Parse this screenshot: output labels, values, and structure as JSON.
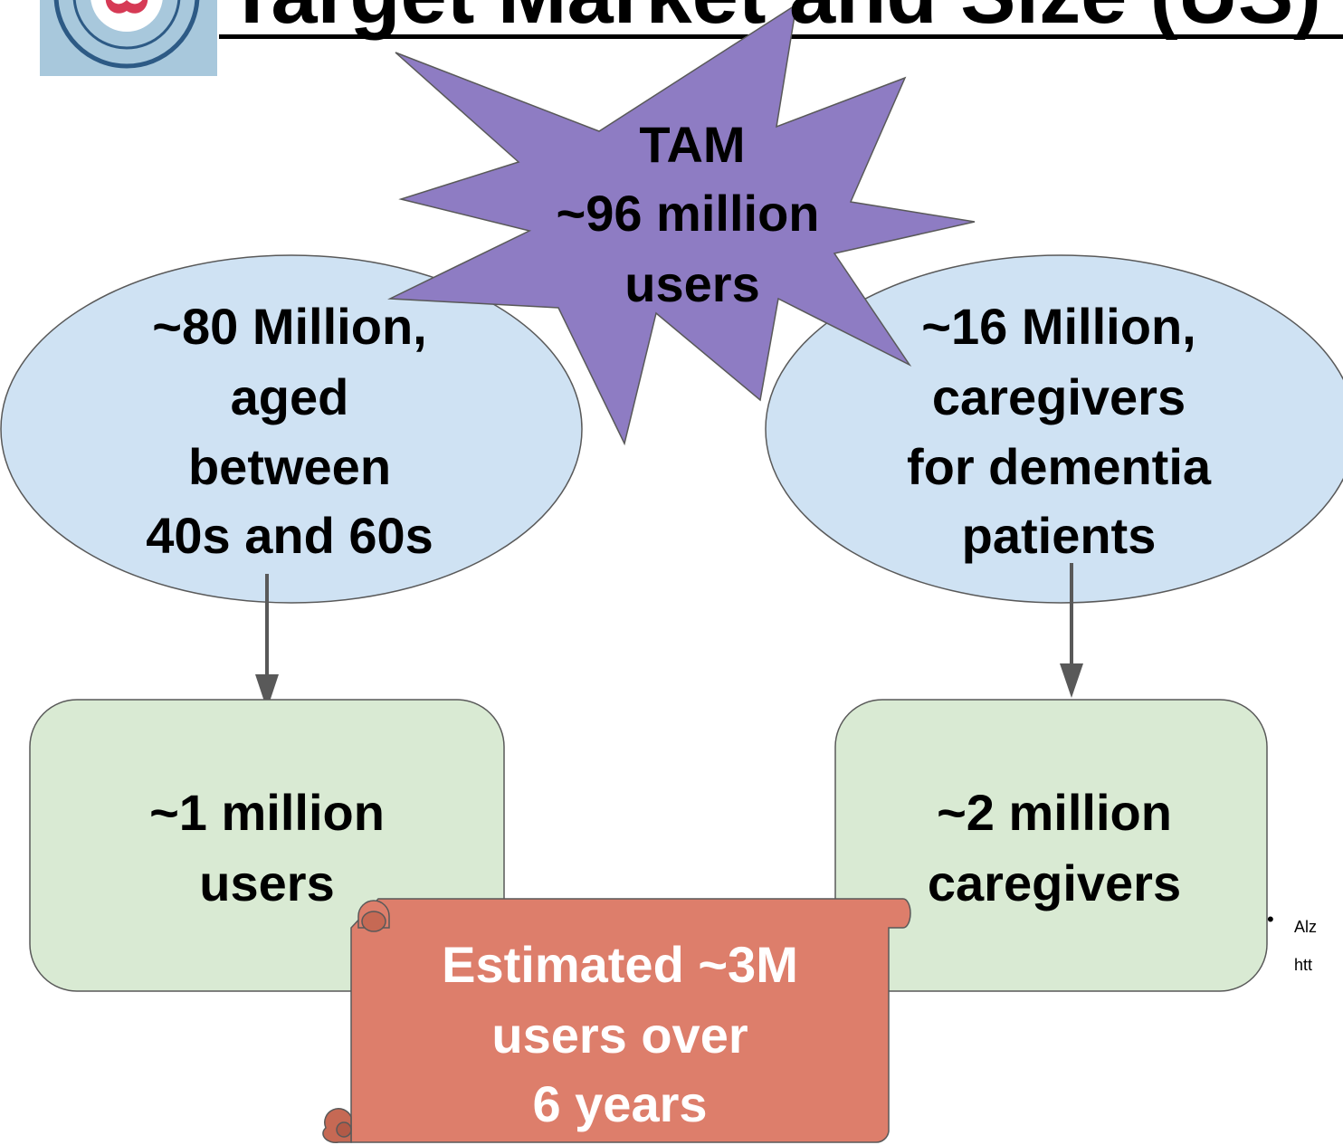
{
  "title": "Target Market and Size (US)",
  "colors": {
    "starburst": "#8e7cc3",
    "ellipse": "#cfe2f3",
    "box": "#d9ead3",
    "scroll": "#dd7e6b",
    "arrow": "#595959"
  },
  "nodes": {
    "tam": {
      "lines": [
        "TAM",
        "~96 million",
        "users"
      ]
    },
    "aged": {
      "lines": [
        "~80 Million,",
        "aged",
        "between",
        "40s and 60s"
      ]
    },
    "caregivers": {
      "lines": [
        "~16 Million,",
        "caregivers",
        "for dementia",
        "patients"
      ]
    },
    "users_box": {
      "lines": [
        "~1 million",
        "users"
      ]
    },
    "caregivers_box": {
      "lines": [
        "~2 million",
        "caregivers"
      ]
    },
    "estimate": {
      "lines": [
        "Estimated ~3M",
        "users over",
        "6 years"
      ]
    }
  },
  "footnote": {
    "bullet": "•",
    "line1": "Alz",
    "line2": "htt"
  }
}
